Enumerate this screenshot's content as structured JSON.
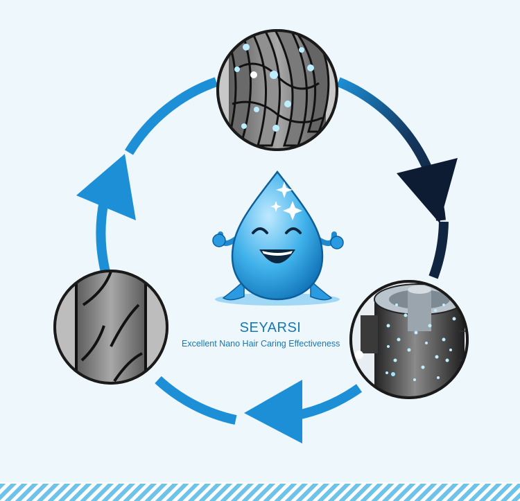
{
  "brand": {
    "name": "SEYARSI",
    "tagline": "Excellent Nano Hair Caring Effectiveness"
  },
  "colors": {
    "background": "#eef7fc",
    "cycle_blue": "#1c8fd6",
    "cycle_dark": "#0e1c33",
    "text_blue": "#1677b6",
    "stripe": "#6ec3e9"
  },
  "diagram": {
    "type": "cycle",
    "stages": [
      {
        "id": "damaged-hair-with-nanoparticles",
        "icon": "hair-cuticle-open-icon"
      },
      {
        "id": "nano-particles-penetrating-hair",
        "icon": "hair-cross-section-icon"
      },
      {
        "id": "smooth-repaired-hair",
        "icon": "hair-cuticle-smooth-icon"
      }
    ],
    "mascot": "water-drop-mascot-icon"
  }
}
